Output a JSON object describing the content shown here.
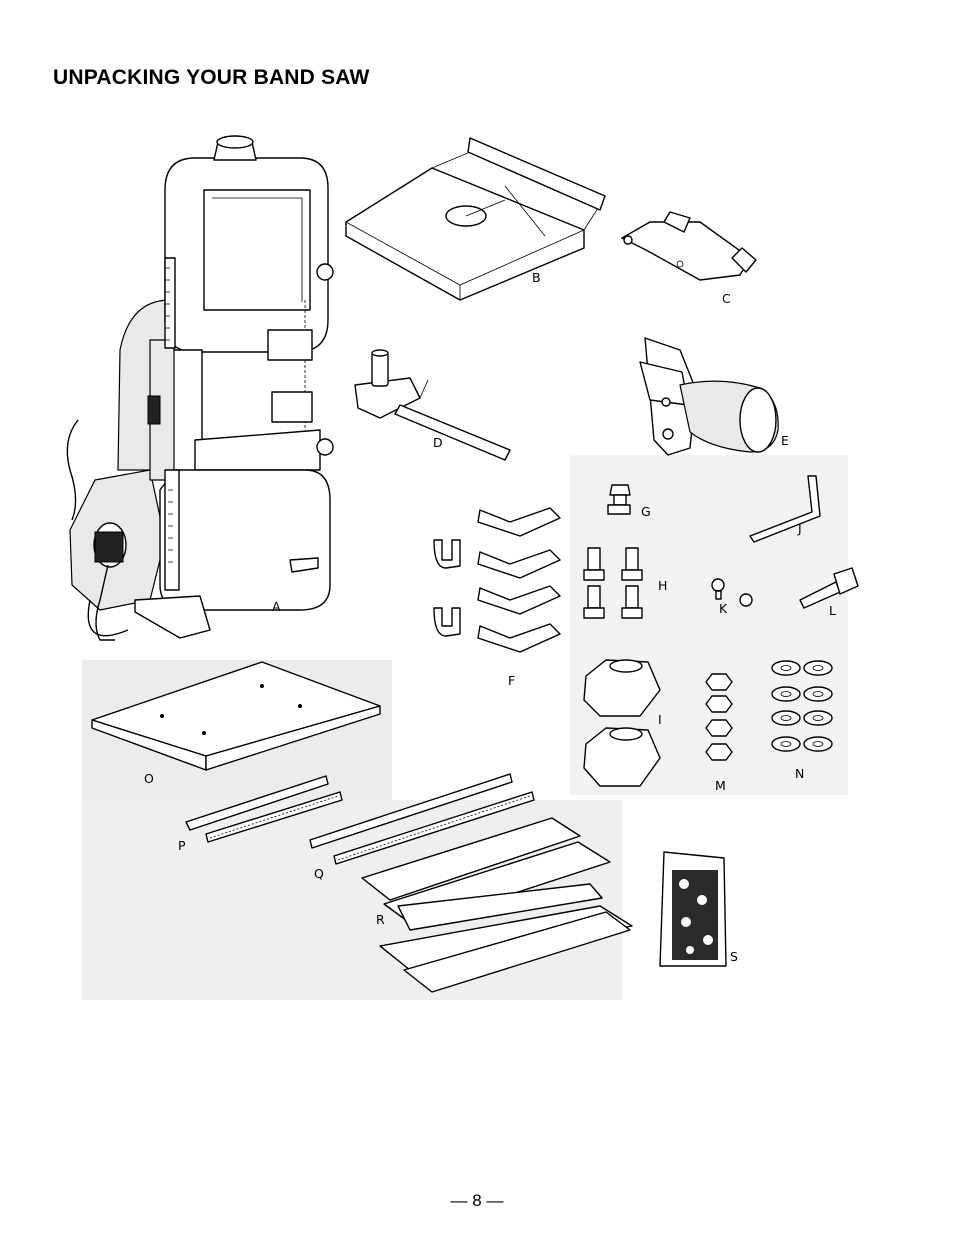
{
  "page": {
    "title": "UNPACKING YOUR BAND SAW",
    "page_number": "— 8 —"
  },
  "parts": {
    "A": "A",
    "B": "B",
    "C": "C",
    "D": "D",
    "E": "E",
    "F": "F",
    "G": "G",
    "H": "H",
    "I": "I",
    "J": "J",
    "K": "K",
    "L": "L",
    "M": "M",
    "N": "N",
    "O": "O",
    "P": "P",
    "Q": "Q",
    "R": "R",
    "S": "S"
  }
}
